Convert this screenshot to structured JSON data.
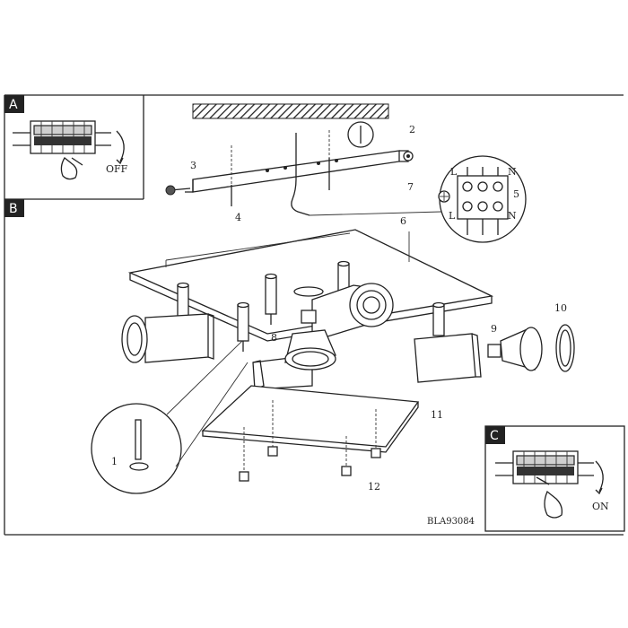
{
  "panels": {
    "a": {
      "letter": "A",
      "switch_label": "OFF"
    },
    "b": {
      "letter": "B"
    },
    "c": {
      "letter": "C",
      "switch_label": "ON"
    }
  },
  "terminal_labels": {
    "l_top": "L",
    "n_top": "N",
    "l_bottom": "L",
    "n_bottom": "N"
  },
  "steps": [
    "1",
    "2",
    "3",
    "4",
    "5",
    "6",
    "7",
    "8",
    "9",
    "10",
    "11",
    "12"
  ],
  "model_code": "BLA93084"
}
